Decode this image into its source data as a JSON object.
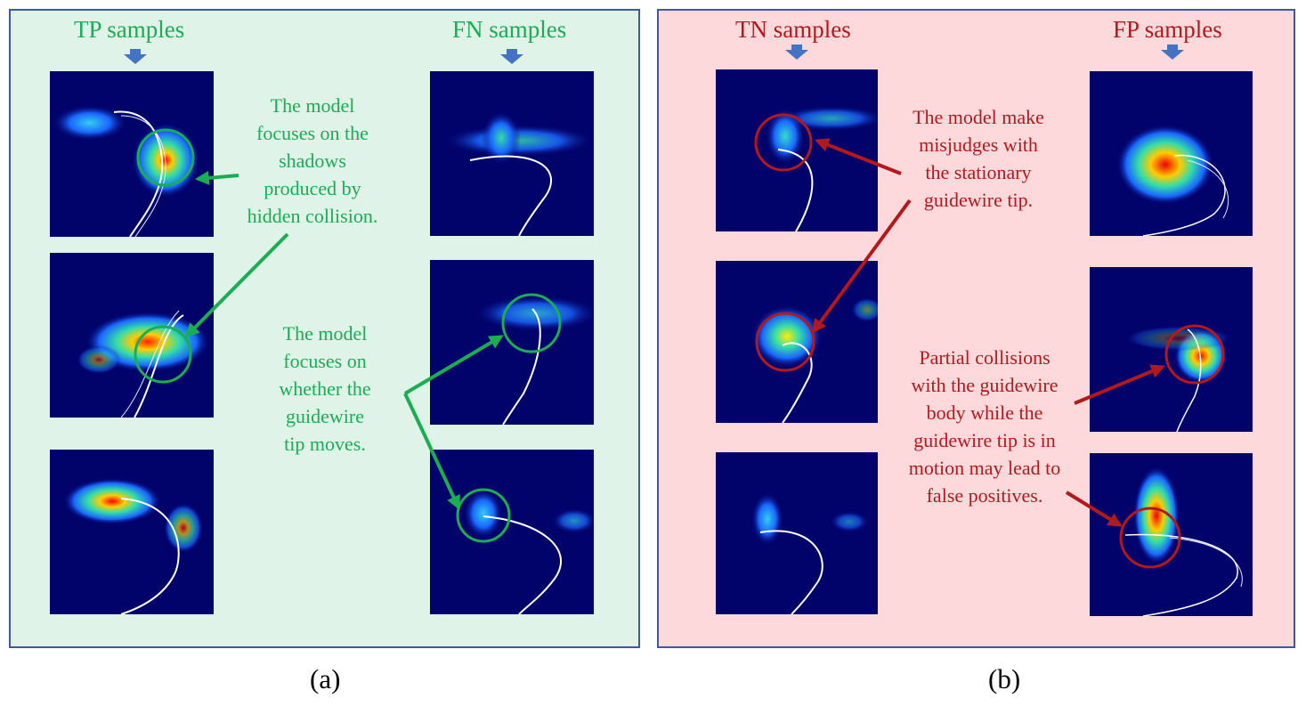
{
  "panel_a": {
    "tp_title": "TP samples",
    "fn_title": "FN samples",
    "note_shadows": "The model\nfocuses on the\nshadows\nproduced by\nhidden collision.",
    "note_tip_moves": "The model\nfocuses on\nwhether the\nguidewire\ntip moves.",
    "caption": "(a)"
  },
  "panel_b": {
    "tn_title": "TN samples",
    "fp_title": "FP samples",
    "note_stationary": "The model make\nmisjudges with\nthe stationary\nguidewire tip.",
    "note_partial": "Partial collisions\nwith the guidewire\nbody while the\nguidewire tip is in\nmotion may lead to\nfalse positives.",
    "caption": "(b)"
  },
  "colors": {
    "green": "#1aad52",
    "red": "#b3181c",
    "border": "#3e5a9e",
    "down_arrow": "#4472c4",
    "heatmap_background": "#02026b"
  }
}
